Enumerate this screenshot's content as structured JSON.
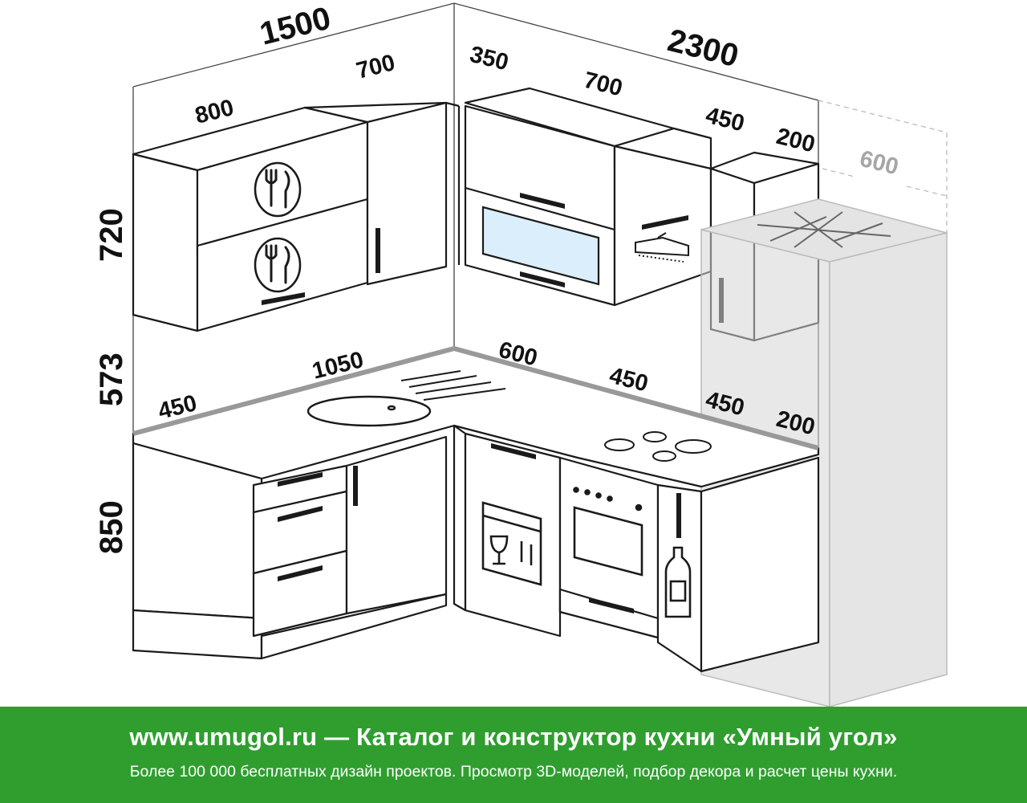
{
  "dimensions": {
    "width_left": "1500",
    "width_right": "2300",
    "upper_left_1": "800",
    "upper_left_2": "700",
    "upper_right_corner": "350",
    "upper_right_1": "700",
    "upper_right_2": "450",
    "upper_right_3": "200",
    "fridge_depth": "600",
    "height_upper": "720",
    "height_gap": "573",
    "height_base": "850",
    "counter_left_depth": "450",
    "counter_left_length": "1050",
    "counter_corner": "600",
    "counter_right_1": "450",
    "counter_right_2": "450",
    "counter_right_3": "200"
  },
  "banner": {
    "title": "www.umugol.ru — Каталог и конструктор кухни «Умный угол»",
    "subtitle": "Более 100 000 бесплатных дизайн проектов. Просмотр 3D-моделей, подбор декора и расчет цены кухни."
  },
  "colors": {
    "banner_bg": "#2f9e2f",
    "line": "#1a1a1a",
    "glass": "#dbeefb",
    "fridge": "#d6d6d6"
  }
}
